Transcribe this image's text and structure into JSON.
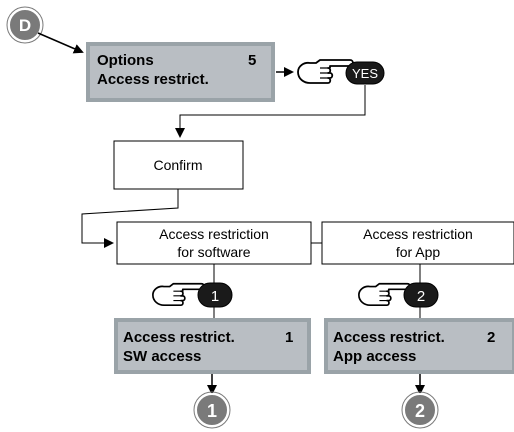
{
  "start_marker": "D",
  "display_options": {
    "line1": "Options",
    "line1_number": "5",
    "line2": "Access restrict."
  },
  "key_yes": "YES",
  "confirm_box": "Confirm",
  "software_box": {
    "line1": "Access restriction",
    "line2": "for software"
  },
  "app_box": {
    "line1": "Access restriction",
    "line2": "for App"
  },
  "key_1": "1",
  "key_2": "2",
  "display_sw": {
    "line1": "Access restrict.",
    "line1_number": "1",
    "line2": "SW access"
  },
  "display_app": {
    "line1": "Access restrict.",
    "line1_number": "2",
    "line2": "App access"
  },
  "end_marker_1": "1",
  "end_marker_2": "2",
  "colors": {
    "display_fill": "#b9bec3",
    "display_border": "#9aa3a8",
    "marker_fill": "#7a7a7a",
    "key_fill": "#1a1a1a"
  }
}
